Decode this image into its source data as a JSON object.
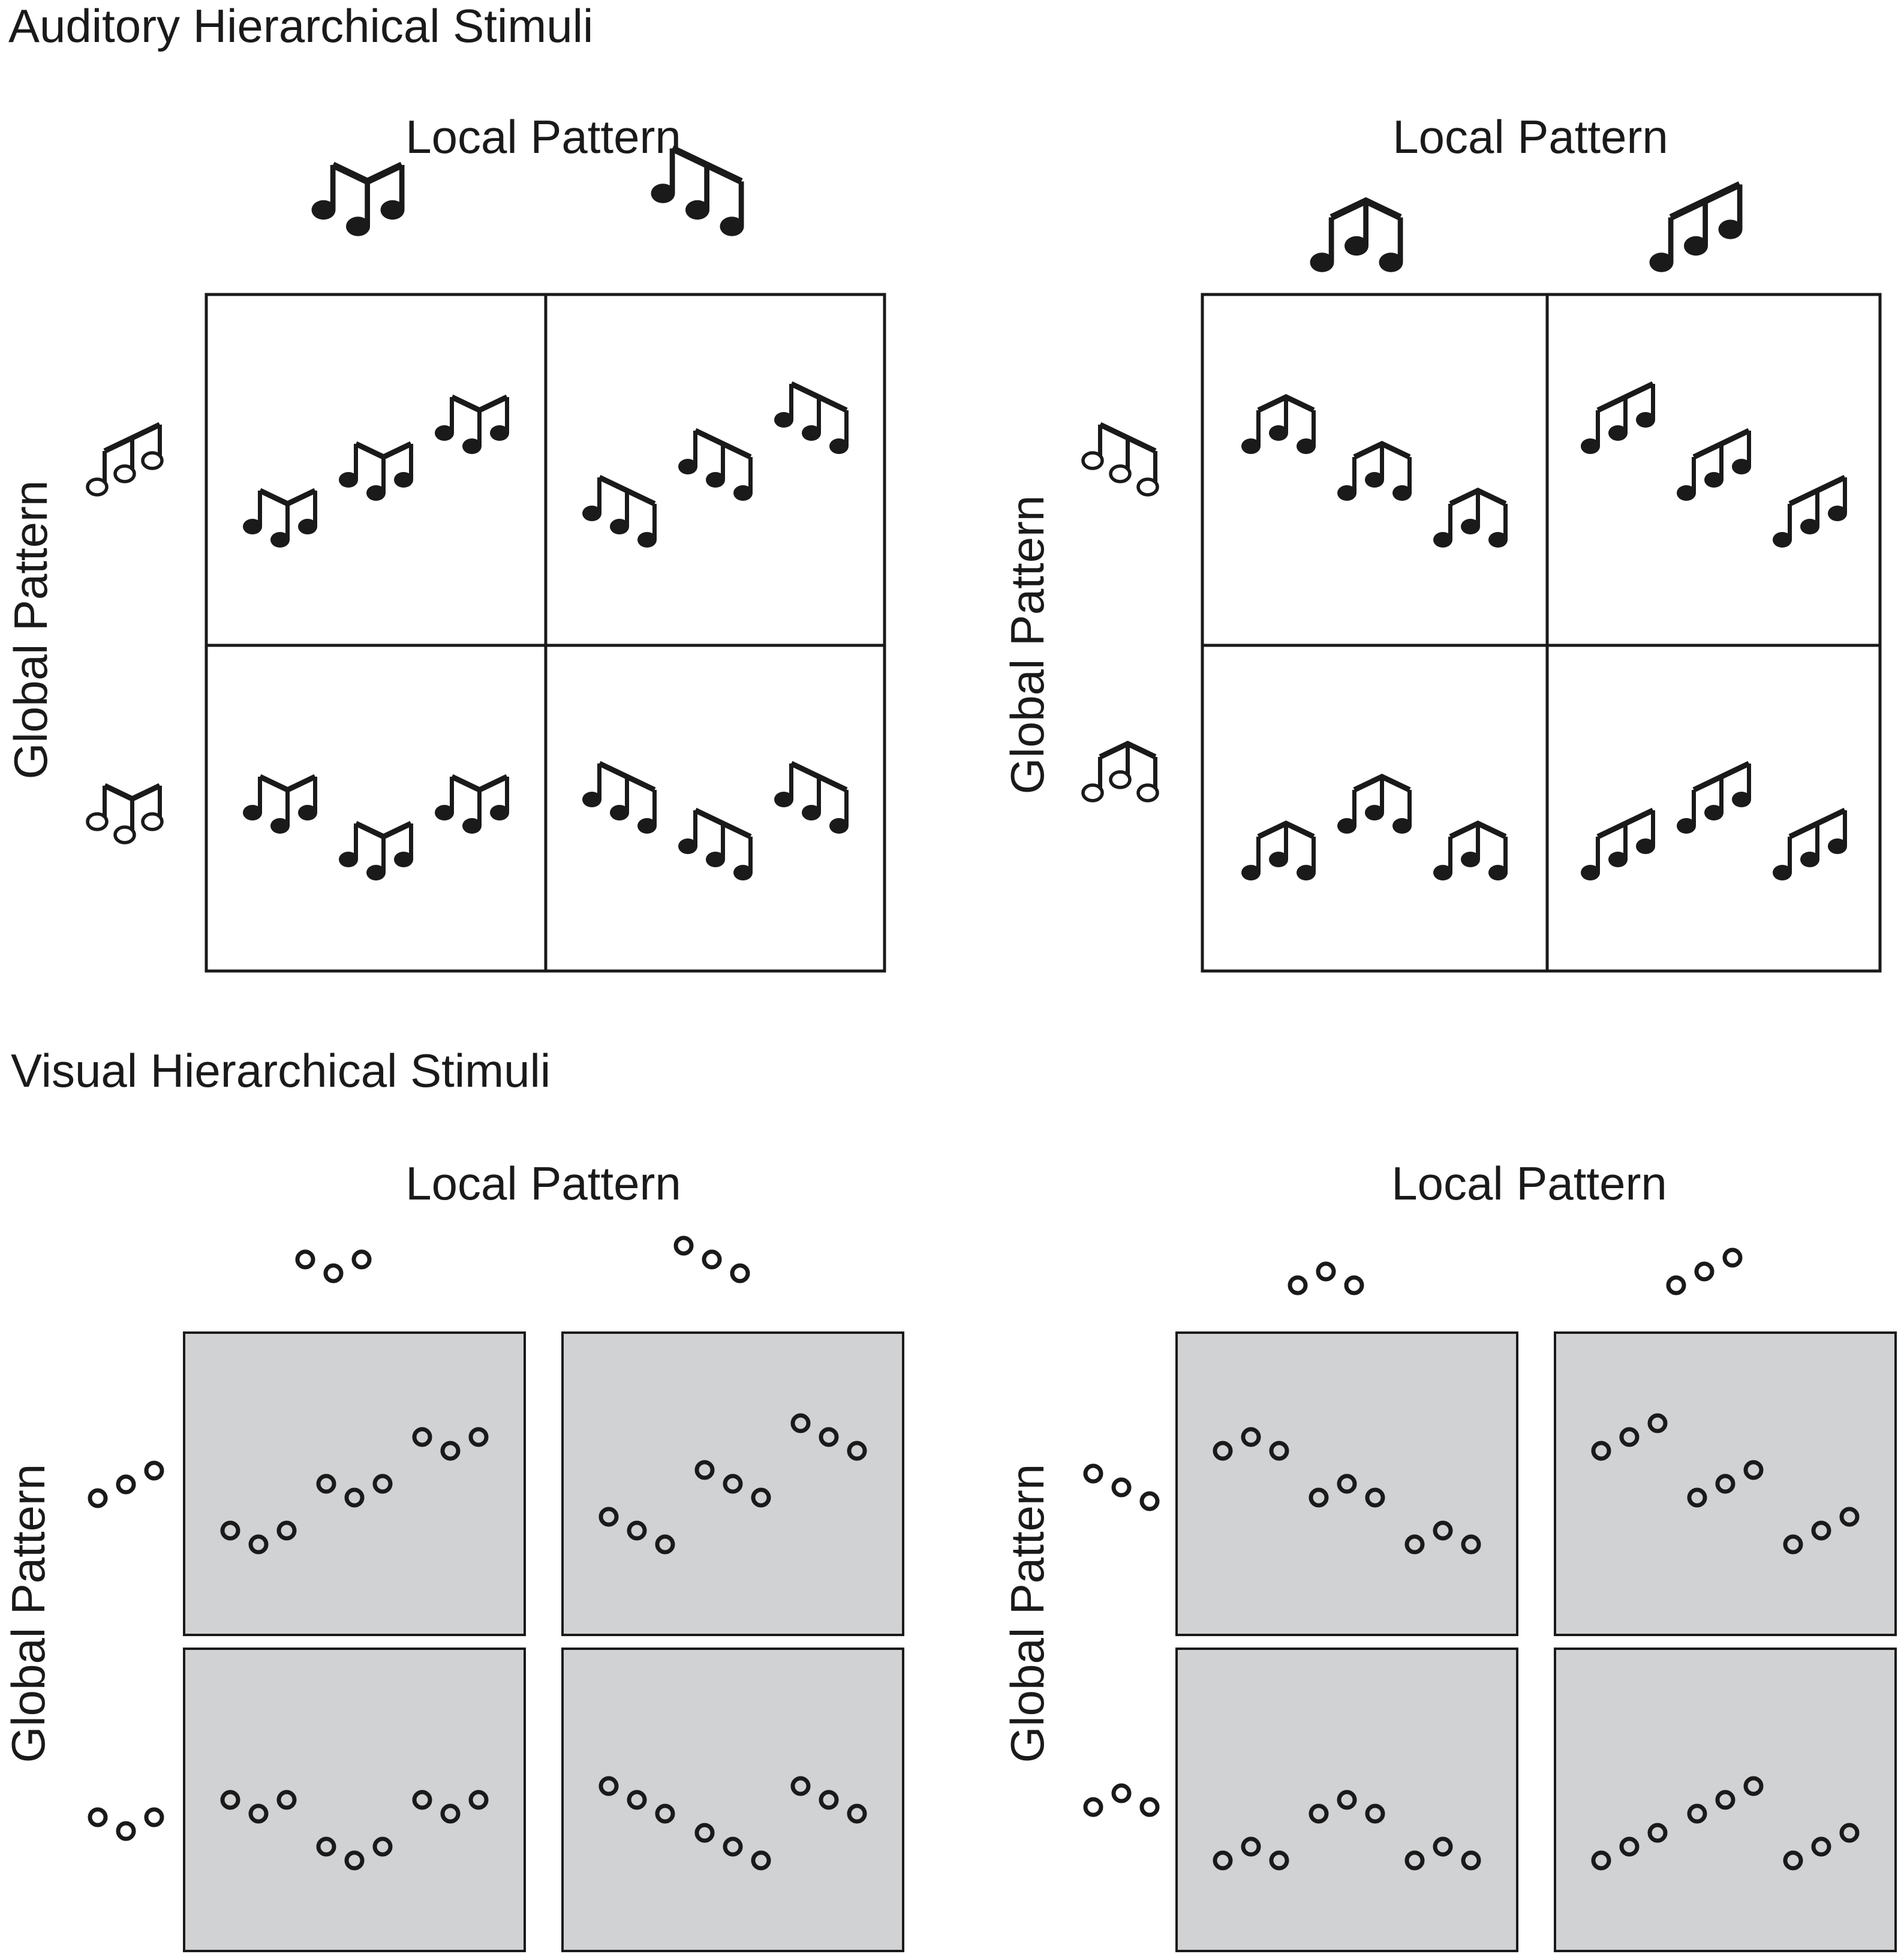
{
  "auditory_section": {
    "title": "Auditory Hierarchical Stimuli",
    "panels": [
      {
        "local_label": "Local Pattern",
        "global_label": "Global Pattern",
        "local_patterns": [
          "up-down-up",
          "up-down-down"
        ],
        "global_patterns": [
          "rising",
          "up-down-up"
        ],
        "cells": [
          [
            "up-down-up",
            "up-down-down"
          ],
          [
            "up-down-up",
            "up-down-down"
          ]
        ]
      },
      {
        "local_label": "Local Pattern",
        "global_label": "Global Pattern",
        "local_patterns": [
          "down-up-down",
          "rising"
        ],
        "global_patterns": [
          "falling",
          "down-up-down"
        ],
        "cells": [
          [
            "down-up-down",
            "rising"
          ],
          [
            "down-up-down",
            "rising"
          ]
        ]
      }
    ]
  },
  "visual_section": {
    "title": "Visual Hierarchical Stimuli",
    "panel_fill": "#d1d2d4",
    "panels": [
      {
        "local_label": "Local Pattern",
        "global_label": "Global Pattern",
        "local_patterns": [
          "up-down-up",
          "up-down-down"
        ],
        "global_patterns": [
          "rising",
          "up-down-up"
        ]
      },
      {
        "local_label": "Local Pattern",
        "global_label": "Global Pattern",
        "local_patterns": [
          "down-up-down",
          "rising"
        ],
        "global_patterns": [
          "falling",
          "down-up-down"
        ]
      }
    ]
  },
  "colors": {
    "ink": "#1a1a1a",
    "panel_gray": "#d1d2d4",
    "background": "#ffffff"
  },
  "icons": [
    "note-triplet-icon",
    "circle-triplet-icon"
  ]
}
